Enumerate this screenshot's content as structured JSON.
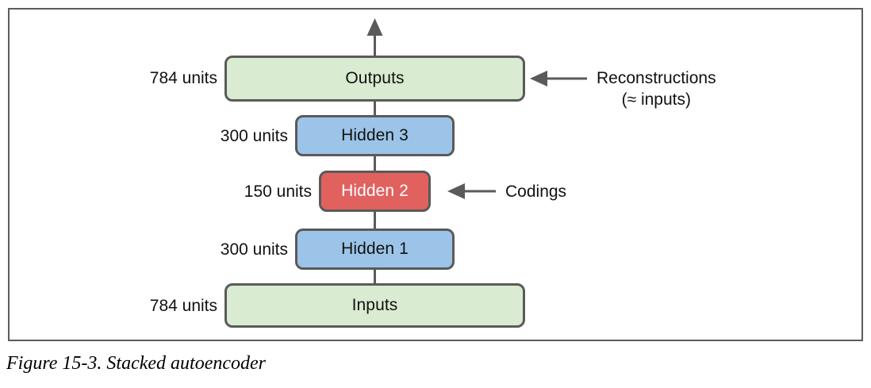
{
  "figure": {
    "caption": "Figure 15-3. Stacked autoencoder",
    "frame_border_color": "#5c5c5c",
    "background": "#ffffff"
  },
  "colors": {
    "green_fill": "#d9ebd0",
    "blue_fill": "#9cc4e8",
    "red_fill": "#e0615e",
    "box_stroke": "#5a5a5a",
    "connector": "#5a5a5a",
    "text": "#111111",
    "text_on_red": "#ffffff"
  },
  "diagram": {
    "type": "stacked-autoencoder-architecture",
    "flow_direction": "bottom-to-top",
    "layers": [
      {
        "id": "outputs",
        "label": "Outputs",
        "units": "784 units",
        "color": "green",
        "width_rank": 1
      },
      {
        "id": "hidden3",
        "label": "Hidden 3",
        "units": "300 units",
        "color": "blue",
        "width_rank": 2
      },
      {
        "id": "hidden2",
        "label": "Hidden 2",
        "units": "150 units",
        "color": "red",
        "width_rank": 3
      },
      {
        "id": "hidden1",
        "label": "Hidden 1",
        "units": "300 units",
        "color": "blue",
        "width_rank": 2
      },
      {
        "id": "inputs",
        "label": "Inputs",
        "units": "784 units",
        "color": "green",
        "width_rank": 1
      }
    ],
    "annotations": [
      {
        "id": "reconstructions",
        "line1": "Reconstructions",
        "line2": "(≈ inputs)",
        "points_to": "outputs",
        "arrow": "left-arrow"
      },
      {
        "id": "codings",
        "line1": "Codings",
        "line2": "",
        "points_to": "hidden2",
        "arrow": "left-arrow"
      }
    ],
    "output_arrow": {
      "id": "output-flow-arrow",
      "direction": "up",
      "from": "outputs",
      "to": "top"
    }
  }
}
